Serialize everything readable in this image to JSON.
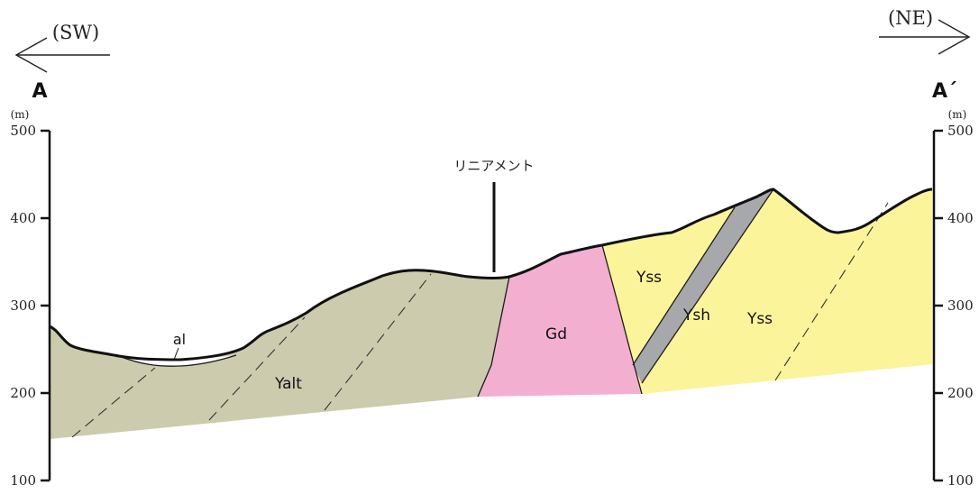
{
  "direction": {
    "left": "(SW)",
    "right": "(NE)"
  },
  "section": {
    "start": "A",
    "end": "A´"
  },
  "elevation_axis": {
    "unit": "(m)",
    "ticks": [
      "500",
      "400",
      "300",
      "200",
      "100"
    ]
  },
  "annotations": {
    "lineament": "リニアメント"
  },
  "units": {
    "al": "al",
    "yalt": "Yalt",
    "gd": "Gd",
    "yss_upper": "Yss",
    "ysh": "Ysh",
    "yss_lower": "Yss"
  },
  "colors": {
    "yalt": "#cdcbae",
    "gd": "#f2afcf",
    "yss": "#fbf49a",
    "ysh": "#a7a8ab",
    "al": "#ffffff",
    "line": "#1a1a1a"
  }
}
